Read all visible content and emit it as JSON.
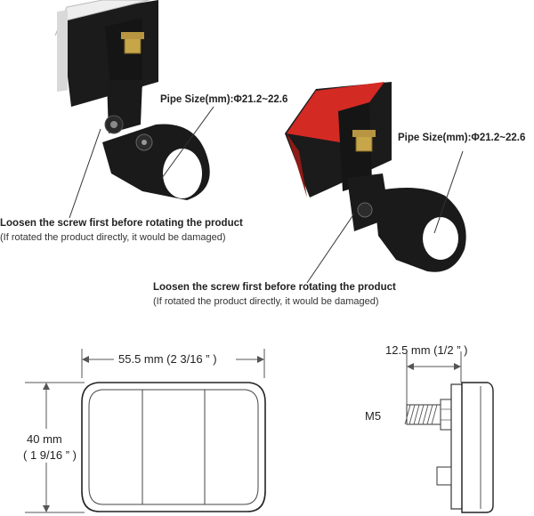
{
  "product1": {
    "pipe_label": "Pipe Size(mm):Φ21.2~22.6",
    "warning_bold": "Loosen the screw first before rotating the product",
    "warning_note": "(If rotated the product directly, it would be damaged)"
  },
  "product2": {
    "pipe_label": "Pipe Size(mm):Φ21.2~22.6",
    "warning_bold": "Loosen the screw first before rotating the product",
    "warning_note": "(If rotated the product directly, it would be damaged)"
  },
  "front_view": {
    "width_label": "55.5 mm (2 3/16 ” )",
    "height_label_mm": "40 mm",
    "height_label_in": "( 1 9/16 ” )"
  },
  "side_view": {
    "depth_label": "12.5 mm (1/2 ” )",
    "bolt_label": "M5"
  },
  "colors": {
    "reflector_red": "#d42a24",
    "bracket_black": "#1b1b1b",
    "white_lens": "#f2f2f2"
  }
}
